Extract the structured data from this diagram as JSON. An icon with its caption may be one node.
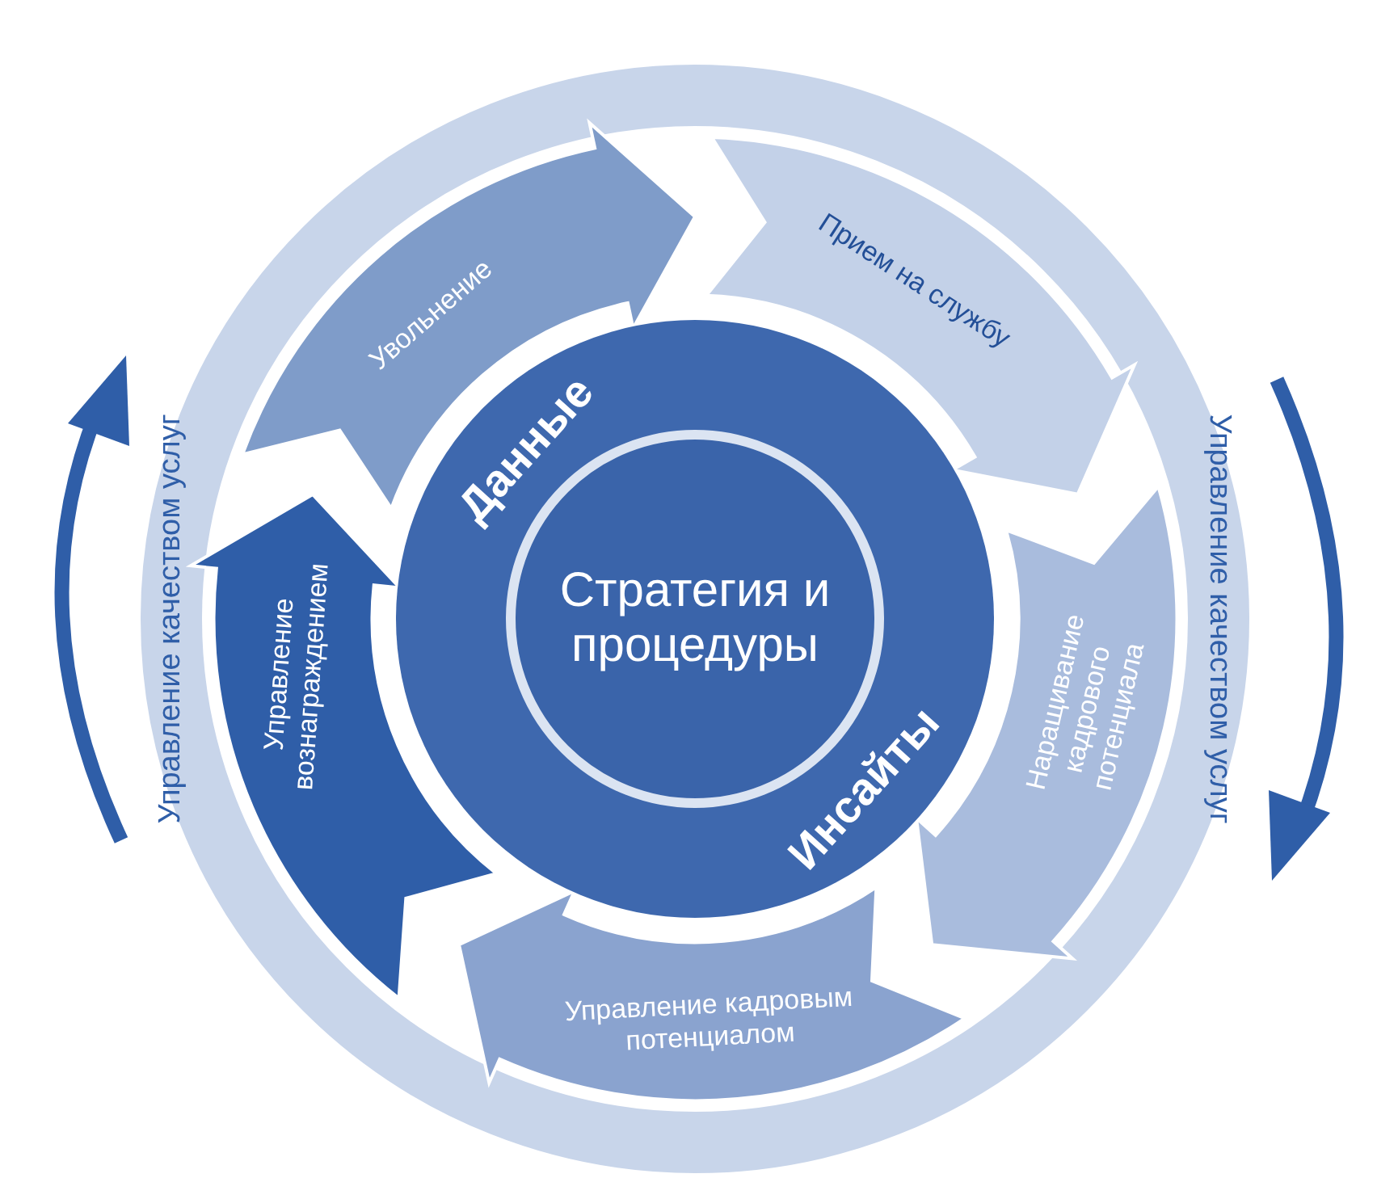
{
  "diagram": {
    "nodes": [
      {
        "text": [
          "Управление качеством услуг",
          "Управление качеством услуг"
        ]
      },
      {
        "text": [
          "Увольнение"
        ],
        "in": 0
      },
      {
        "text": [
          "Прием на службу"
        ],
        "in": 0
      },
      {
        "text": [
          "Наращивание кадрового потенциала"
        ],
        "in": 0
      },
      {
        "text": [
          "Управление кадровым потенциалом"
        ],
        "in": 0
      },
      {
        "text": [
          "Управление вознаграждением"
        ],
        "in": 0
      },
      {
        "text": [
          "Данные",
          "Инсайты"
        ],
        "in": 0
      },
      {
        "text": [
          "Стратегия и процедуры"
        ],
        "in": 6
      }
    ]
  }
}
